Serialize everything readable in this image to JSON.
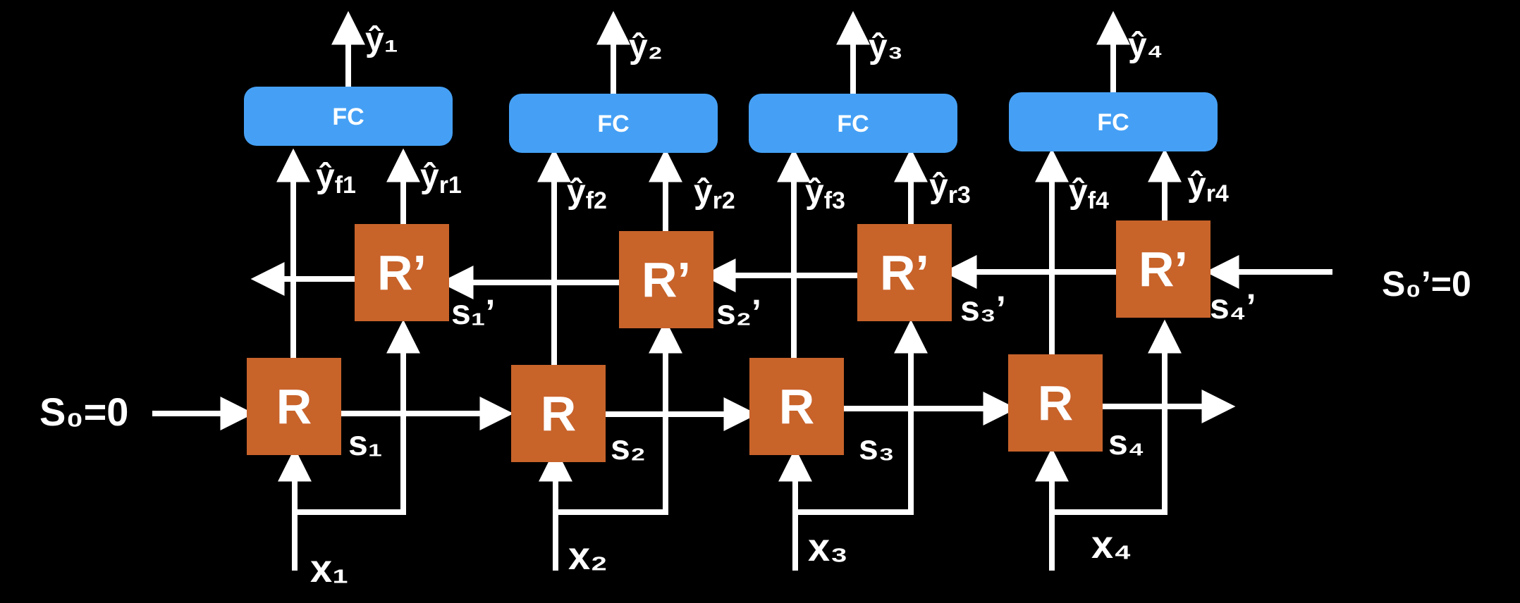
{
  "colors": {
    "background": "#000000",
    "rnn_cell": "#c8632a",
    "fc_layer": "#45a0f5",
    "arrows": "#ffffff",
    "text": "#ffffff"
  },
  "initial_states": {
    "forward": "S₀=0",
    "backward": "S₀’=0"
  },
  "steps": [
    {
      "fc": "FC",
      "y": "ŷ₁",
      "yf": "ŷ",
      "yf_sub": "f1",
      "yr": "ŷ",
      "yr_sub": "r1",
      "r": "R",
      "rp": "R’",
      "s": "s₁",
      "sp": "s₁’",
      "x": "x₁"
    },
    {
      "fc": "FC",
      "y": "ŷ₂",
      "yf": "ŷ",
      "yf_sub": "f2",
      "yr": "ŷ",
      "yr_sub": "r2",
      "r": "R",
      "rp": "R’",
      "s": "s₂",
      "sp": "s₂’",
      "x": "x₂"
    },
    {
      "fc": "FC",
      "y": "ŷ₃",
      "yf": "ŷ",
      "yf_sub": "f3",
      "yr": "ŷ",
      "yr_sub": "r3",
      "r": "R",
      "rp": "R’",
      "s": "s₃",
      "sp": "s₃’",
      "x": "x₃"
    },
    {
      "fc": "FC",
      "y": "ŷ₄",
      "yf": "ŷ",
      "yf_sub": "f4",
      "yr": "ŷ",
      "yr_sub": "r4",
      "r": "R",
      "rp": "R’",
      "s": "s₄",
      "sp": "s₄’",
      "x": "x₄"
    }
  ]
}
